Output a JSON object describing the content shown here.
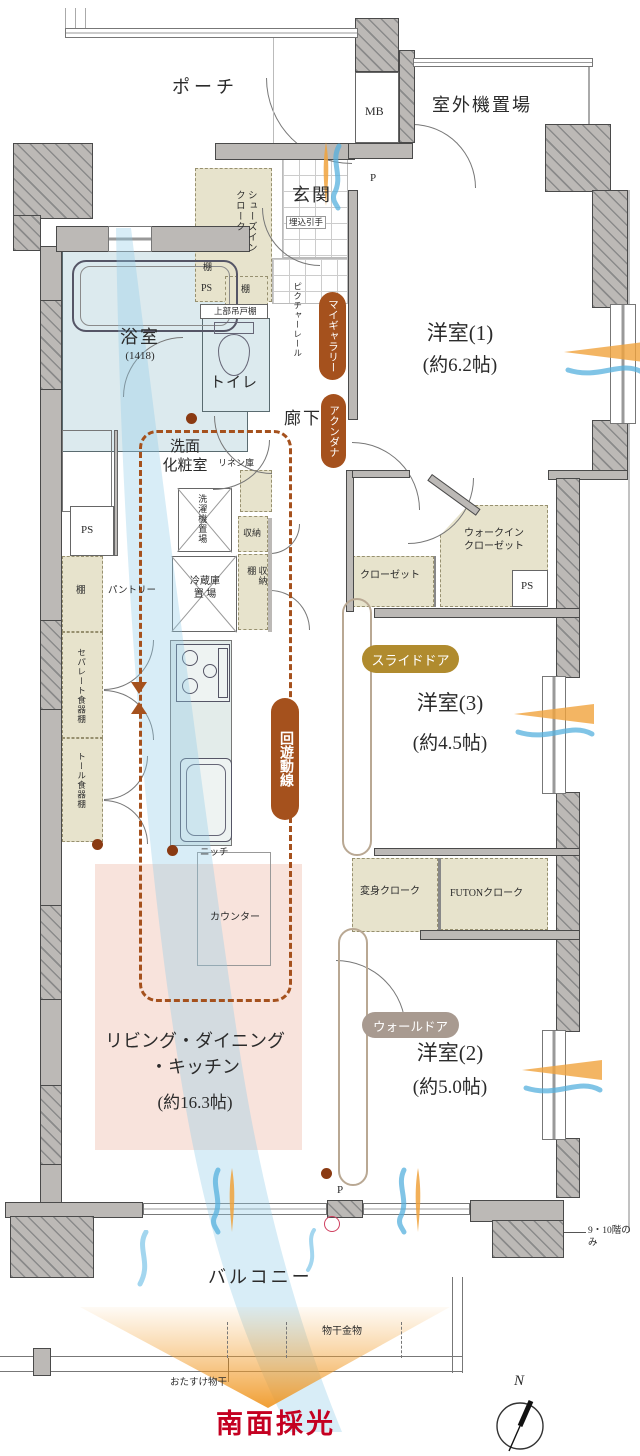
{
  "colors": {
    "wall": "#bcb9b6",
    "accent_brown": "#a5511d",
    "gold_pill": "#b08b2e",
    "gray_pill": "#a89a90",
    "room_cyan": "#dceaee",
    "closet_beige": "#e7e3cc",
    "ldk_pink": "#f8e3dc",
    "south_red": "#c40021",
    "flow_blue": "#8ecbe8",
    "light_orange": "#ef941e"
  },
  "labels": {
    "porch": "ポーチ",
    "mb": "MB",
    "outdoor_unit": "室外機置場",
    "p": "P",
    "entrance": "玄関",
    "recessed_pull": "埋込引手",
    "shoes_in_cloak": "シューズイン\nクローク",
    "shelf": "棚",
    "ps": "PS",
    "upper_cabinet": "上部吊戸棚",
    "bath": "浴室",
    "bath_size": "(1418)",
    "toilet": "トイレ",
    "corridor": "廊下",
    "picture_rail": "ピクチャーレール",
    "my_gallery": "マイギャラリー",
    "accent_shelf": "アクンダナ",
    "washroom": "洗面\n化粧室",
    "linen": "リネン庫",
    "washer": "洗濯機置場",
    "storage": "収納",
    "pantry": "パントリー",
    "fridge": "冷蔵庫\n置 場",
    "storage_shelf": "収納\n棚",
    "separate_cupboard": "セパレート食器棚",
    "tall_cupboard": "トール食器棚",
    "niche": "ニッチ",
    "circulation": "回遊動線",
    "counter": "カウンター",
    "ldk_line1": "リビング・ダイニング",
    "ldk_line2": "・キッチン",
    "ldk_size": "(約16.3帖)",
    "bedroom1": "洋室(1)",
    "bedroom1_size": "(約6.2帖)",
    "wic": "ウォークイン\nクローゼット",
    "closet": "クローゼット",
    "slide_door": "スライドドア",
    "bedroom3": "洋室(3)",
    "bedroom3_size": "(約4.5帖)",
    "henshin_cloak": "変身クローク",
    "futon_cloak": "FUTONクローク",
    "wall_door": "ウォールドア",
    "bedroom2": "洋室(2)",
    "bedroom2_size": "(約5.0帖)",
    "floors_note": "9・10階のみ",
    "balcony": "バルコニー",
    "drying_fixture": "物干金物",
    "helper_drying": "おたすけ物干",
    "south_light": "南面採光",
    "north": "N"
  }
}
